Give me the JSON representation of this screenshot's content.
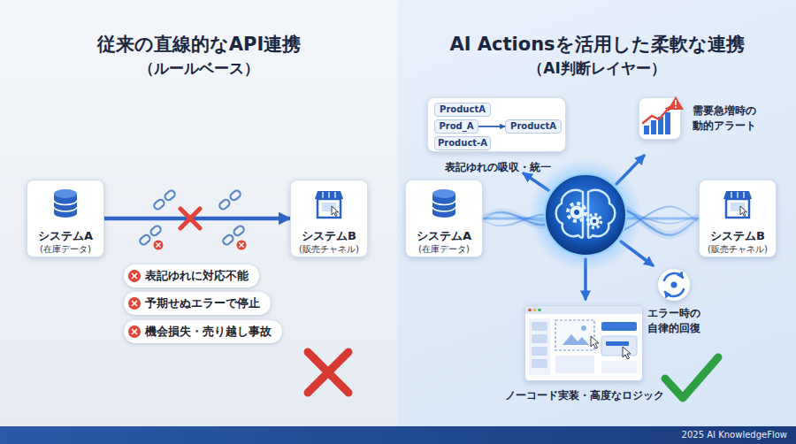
{
  "diagram": {
    "nodes": [
      {
        "text": [
          "従来の直線的なAPI連携",
          "（ルールベース）"
        ]
      },
      {
        "text": [
          "システムA",
          "(在庫データ)"
        ],
        "in": 0
      },
      {
        "text": [
          "システムB",
          "(販売チャネル)"
        ],
        "in": 0
      },
      {
        "text": [
          "表記ゆれに対応不能"
        ],
        "in": 0
      },
      {
        "text": [
          "予期せぬエラーで停止"
        ],
        "in": 0
      },
      {
        "text": [
          "機会損失・売り越し事故"
        ],
        "in": 0
      },
      {
        "text": [
          "AI Actionsを活用した柔軟な連携",
          "（AI判断レイヤー）"
        ]
      },
      {
        "text": [
          "表記ゆれの吸収・統一"
        ],
        "in": 6
      },
      {
        "text": [
          "ProductA"
        ],
        "in": 7
      },
      {
        "text": [
          "Prod_A"
        ],
        "in": 7
      },
      {
        "text": [
          "ProductA"
        ],
        "in": 7
      },
      {
        "text": [
          "Product-A"
        ],
        "in": 7
      },
      {
        "text": [
          "需要急増時の 動的アラート"
        ],
        "in": 6
      },
      {
        "text": [
          "システムA",
          "(在庫データ)"
        ],
        "in": 6
      },
      {
        "text": [
          "システムB",
          "(販売チャネル)"
        ],
        "in": 6
      },
      {
        "text": [
          "エラー時の 自律的回復"
        ],
        "in": 6
      },
      {
        "text": [
          "ノーコード実装・高度なロジック"
        ],
        "in": 6
      },
      {
        "text": [
          "2025 AI KnowledgeFlow"
        ]
      }
    ],
    "edges": [
      {
        "from": 1,
        "to": 2,
        "arrow": "to"
      },
      {
        "from": 9,
        "to": 10,
        "arrow": "to"
      },
      {
        "from": 13,
        "to": 14,
        "arrow": "none"
      }
    ]
  }
}
